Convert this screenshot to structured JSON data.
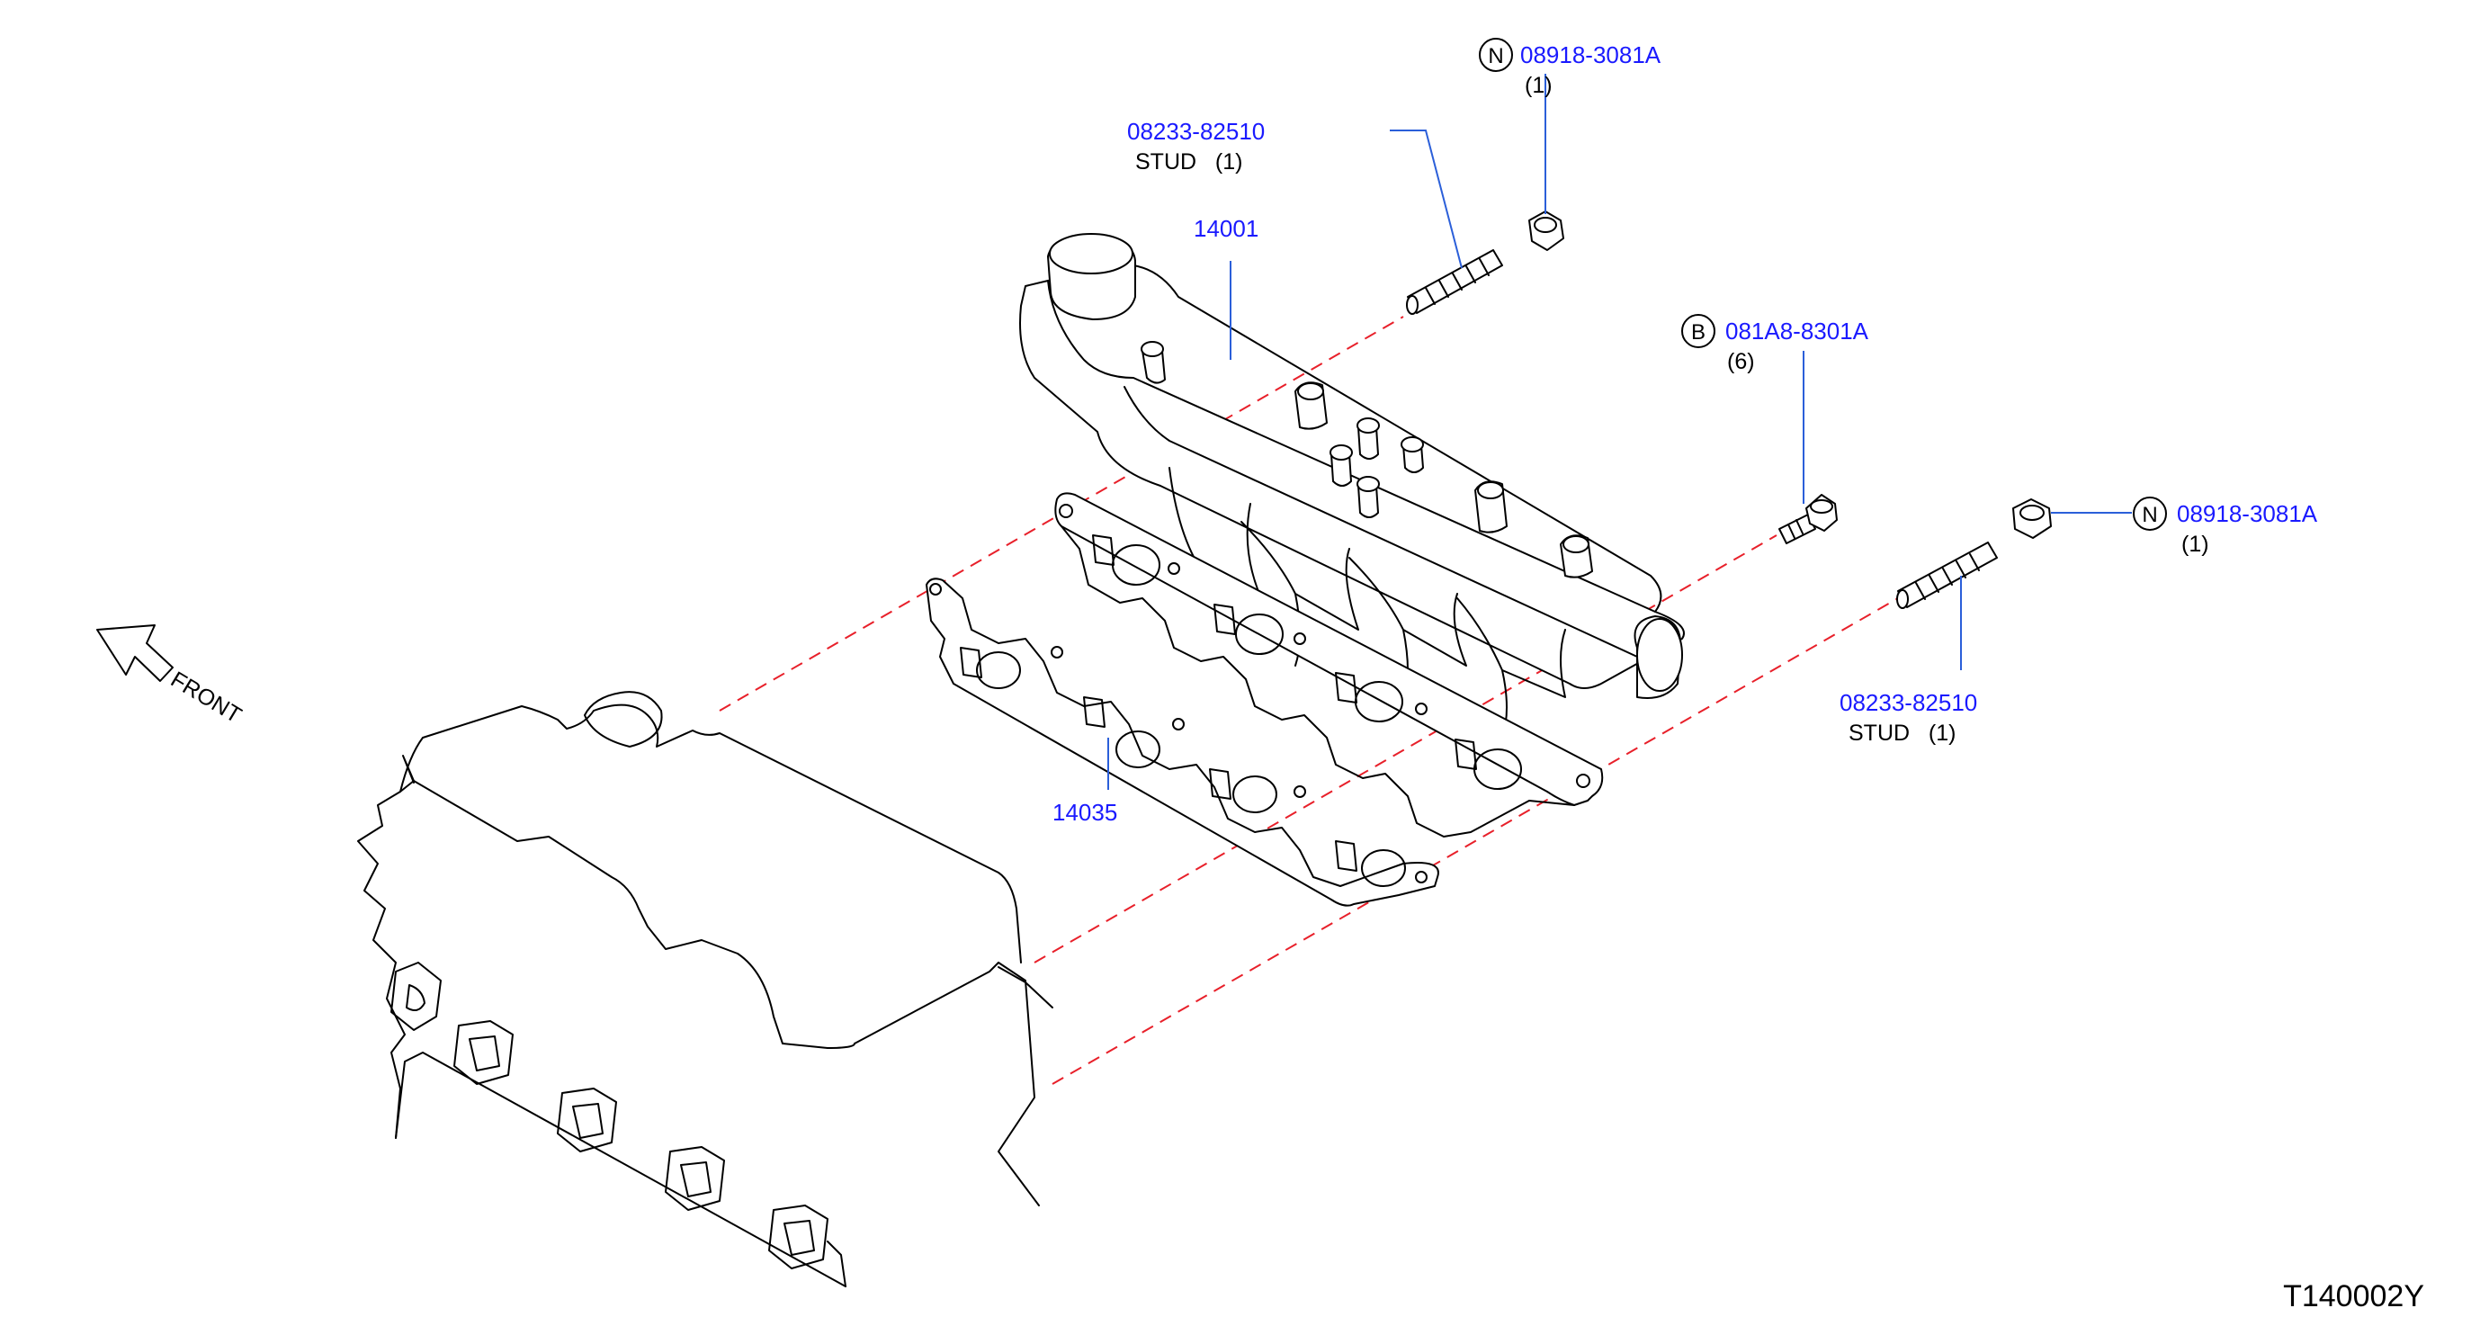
{
  "callouts": {
    "nut_top": {
      "symbol": "N",
      "part": "08918-3081A",
      "qty": "(1)"
    },
    "stud_top": {
      "part": "08233-82510",
      "desc": "STUD   (1)"
    },
    "manifold": {
      "part": "14001"
    },
    "bolt": {
      "symbol": "B",
      "part": "081A8-8301A",
      "qty": "(6)"
    },
    "nut_right": {
      "symbol": "N",
      "part": "08918-3081A",
      "qty": "(1)"
    },
    "stud_bottom": {
      "part": "08233-82510",
      "desc": "STUD   (1)"
    },
    "gasket": {
      "part": "14035"
    }
  },
  "front_label": "FRONT",
  "reference_code": "T140002Y",
  "colors": {
    "part_number": "#1a1aff",
    "leader": "#2b5fd9",
    "alignment_line": "#e8202a",
    "drawing": "#000000"
  }
}
